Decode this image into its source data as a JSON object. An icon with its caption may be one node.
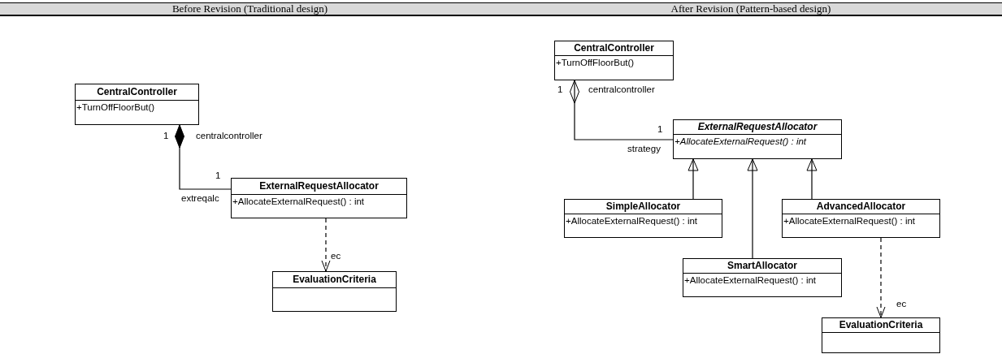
{
  "diagram": {
    "nodes": [
      {
        "text": [
          "CentralController",
          "+TurnOffFloorBut()"
        ]
      },
      {
        "text": [
          "ExternalRequestAllocator",
          "+AllocateExternalRequest() : int"
        ]
      },
      {
        "text": [
          "EvaluationCriteria"
        ]
      },
      {
        "text": [
          "CentralController",
          "+TurnOffFloorBut()"
        ]
      },
      {
        "text": [
          "ExternalRequestAllocator",
          "+AllocateExternalRequest() : int"
        ]
      },
      {
        "text": [
          "SimpleAllocator",
          "+AllocateExternalRequest() : int"
        ]
      },
      {
        "text": [
          "AdvancedAllocator",
          "+AllocateExternalRequest() : int"
        ]
      },
      {
        "text": [
          "SmartAllocator",
          "+AllocateExternalRequest() : int"
        ]
      },
      {
        "text": [
          "EvaluationCriteria"
        ]
      }
    ],
    "edges": [
      {
        "from": 1,
        "to": 0,
        "arrow": "other"
      },
      {
        "from": 1,
        "to": 2,
        "arrow": "to",
        "style": "dashed",
        "label": "ec"
      },
      {
        "from": 4,
        "to": 3,
        "arrow": "other"
      },
      {
        "from": 5,
        "to": 4,
        "arrow": "to"
      },
      {
        "from": 7,
        "to": 4,
        "arrow": "to"
      },
      {
        "from": 6,
        "to": 4,
        "arrow": "to"
      },
      {
        "from": 6,
        "to": 8,
        "arrow": "to",
        "style": "dashed",
        "label": "ec"
      }
    ],
    "labels": [
      "Before Revision (Traditional design)",
      "After Revision (Pattern-based design)",
      "1",
      "centralcontroller",
      "1",
      "extreqalc",
      "1",
      "centralcontroller",
      "1",
      "strategy"
    ]
  }
}
